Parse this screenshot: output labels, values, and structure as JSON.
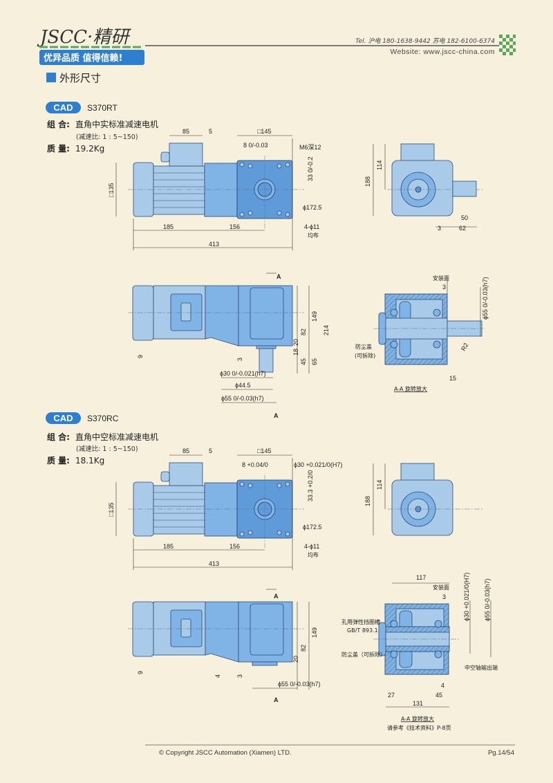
{
  "header": {
    "brand": "JSCC·精研",
    "slogan": "优异品质 值得信赖!",
    "tel": "Tel. 沪电 180-1638-9442  苏电 182-6100-6374",
    "website": "Website: www.jscc-china.com",
    "accent_color": "#2f7fd0",
    "green_color": "#5aa85a"
  },
  "section_title": "外形尺寸",
  "products": [
    {
      "badge": "CAD",
      "model": "S370RT",
      "combo_label": "组 合:",
      "combo": "直角中实标准减速电机",
      "ratio": "(减速比: 1 : 5~150)",
      "mass_label": "质 量:",
      "mass": "19.2Kg",
      "top": {
        "d85": "85",
        "d5": "5",
        "sq145": "□145",
        "key": "8 0/-0.03",
        "thread": "M6深12",
        "d33": "33 0/-0.2",
        "sq135": "□135",
        "pcd": "ϕ172.5",
        "holes": "4-ϕ11",
        "even": "均布",
        "d185": "185",
        "d156": "156",
        "d413": "413"
      },
      "end": {
        "d114": "114",
        "d188": "188",
        "d50": "50",
        "d3": "3",
        "d62": "62"
      },
      "side": {
        "a_top": "A",
        "a_bot": "A",
        "d149": "149",
        "d214": "214",
        "d82": "82",
        "d20": "20",
        "d18": "18",
        "d45": "45",
        "d65": "65",
        "d9": "9",
        "d3": "3",
        "shaft30": "ϕ30 0/-0.021(h7)",
        "d44": "ϕ44.5",
        "spigot55": "ϕ55 0/-0.03(h7)"
      },
      "section": {
        "mount": "安装面",
        "d3": "3",
        "spigot55": "ϕ55 0/-0.03(h7)",
        "cover": "防尘盖",
        "removable": "(可拆除)",
        "r2": "R2",
        "d15": "15",
        "caption": "A-A 旋转放大"
      }
    },
    {
      "badge": "CAD",
      "model": "S370RC",
      "combo_label": "组 合:",
      "combo": "直角中空标准减速电机",
      "ratio": "(减速比: 1 : 5~150)",
      "mass_label": "质 量:",
      "mass": "18.1Kg",
      "top": {
        "d85": "85",
        "d5": "5",
        "sq145": "□145",
        "key": "8 +0.04/0",
        "bore": "ϕ30 +0.021/0(H7)",
        "d33": "33.3 +0.2/0",
        "sq135": "□135",
        "pcd": "ϕ172.5",
        "holes": "4-ϕ11",
        "even": "均布",
        "d185": "185",
        "d156": "156",
        "d413": "413"
      },
      "end": {
        "d114": "114",
        "d188": "188"
      },
      "side": {
        "a_top": "A",
        "a_bot": "A",
        "d149": "149",
        "d82": "82",
        "d20": "20",
        "d9": "9",
        "d4": "4",
        "d3": "3",
        "spigot55": "ϕ55 0/-0.03(h7)"
      },
      "section": {
        "d117": "117",
        "mount": "安装面",
        "d3": "3",
        "bore30": "ϕ30 +0.021/0(H7)",
        "spigot55": "ϕ55 0/-0.03(h7)",
        "circlip": "孔用弹性挡圈槽",
        "std": "GB/T 893.1",
        "cover": "防尘盖（可拆除）",
        "hollow": "中空轴输出端",
        "d4": "4",
        "d27": "27",
        "d45": "45",
        "d131": "131",
        "caption": "A-A 旋转放大",
        "note": "请参考《技术资料》P-8页"
      }
    }
  ],
  "footer": {
    "copyright": "© Copyright JSCC Automation (Xiamen) LTD.",
    "page": "Pg.14/54"
  }
}
